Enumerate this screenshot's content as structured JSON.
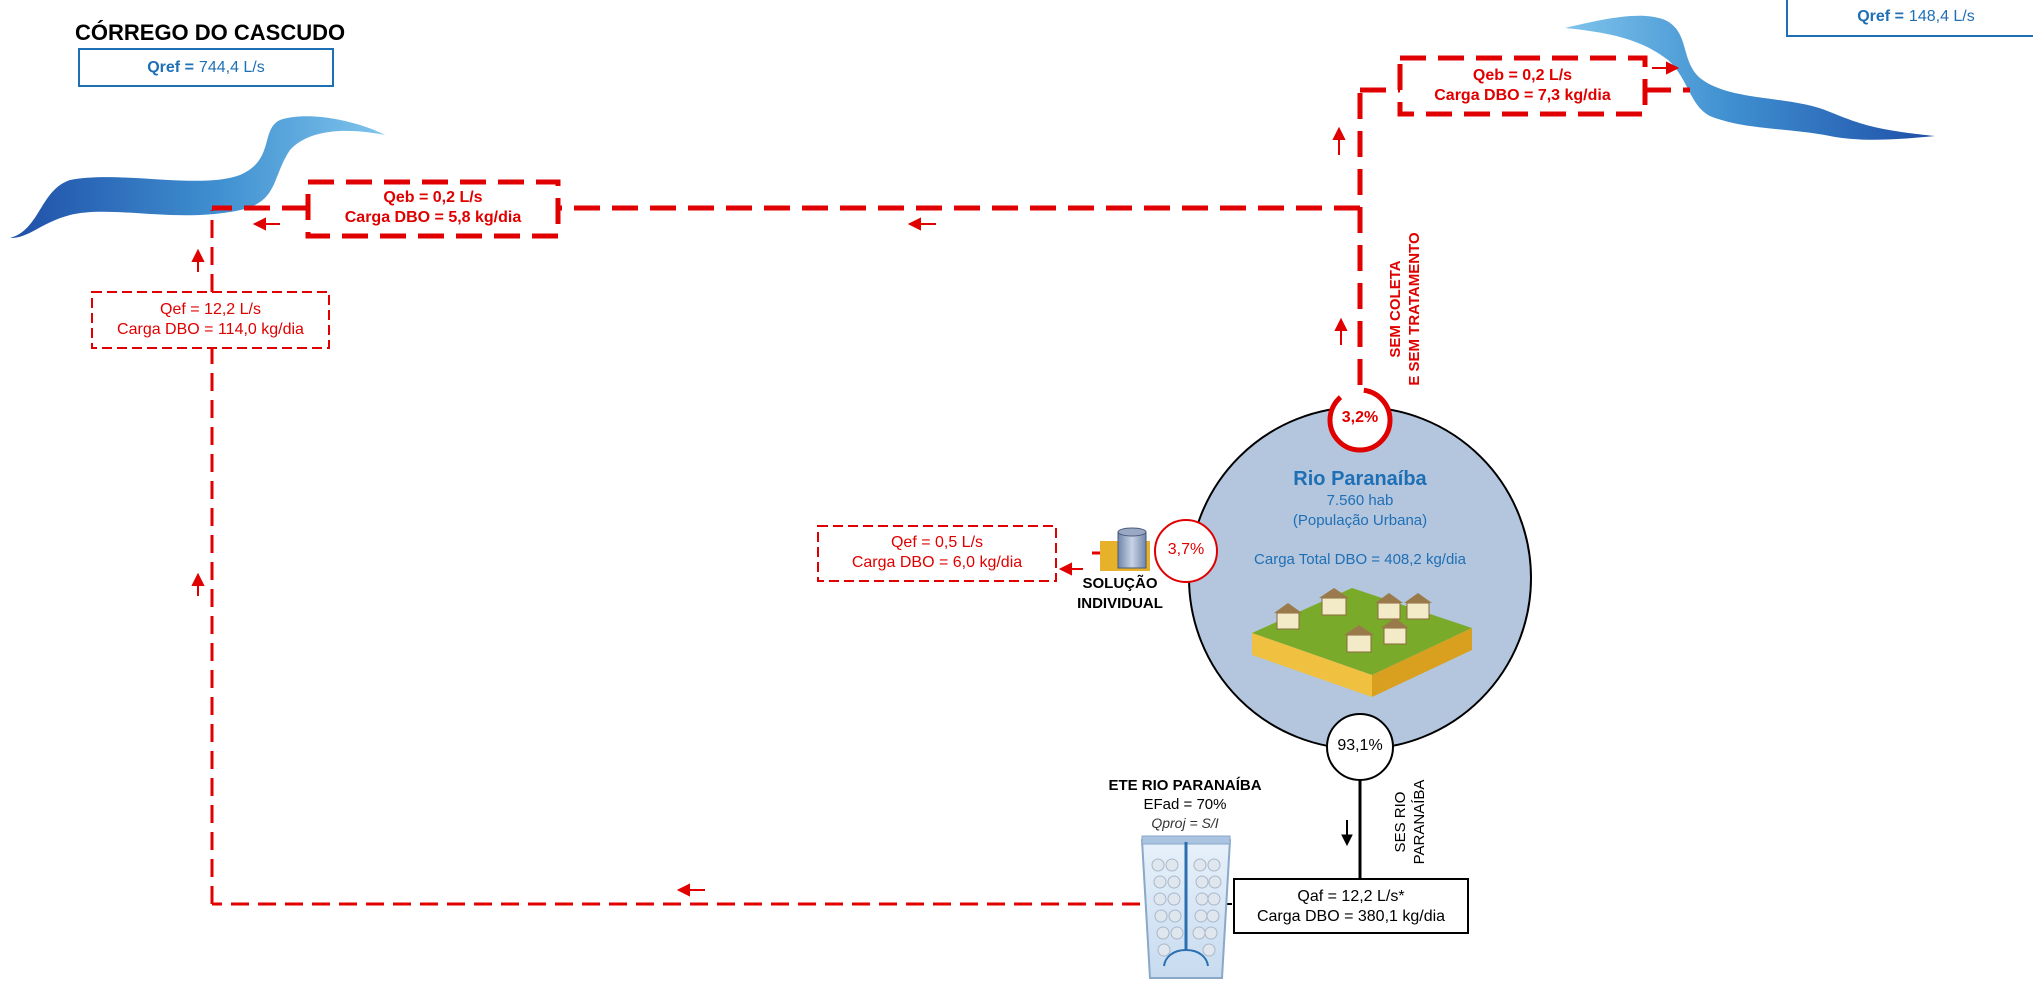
{
  "stream": {
    "name": "CÓRREGO DO CASCUDO",
    "qref_label": "Qref =",
    "qref_value": "744,4 L/s"
  },
  "stream_right": {
    "qref_label": "Qref =",
    "qref_value": "148,4 L/s"
  },
  "discharge_left": {
    "line1": "Qeb = 0,2 L/s",
    "line2": "Carga DBO = 5,8 kg/dia"
  },
  "discharge_right": {
    "line1": "Qeb = 0,2 L/s",
    "line2": "Carga DBO = 7,3 kg/dia"
  },
  "effluent_box": {
    "line1": "Qef = 12,2 L/s",
    "line2": "Carga DBO = 114,0 kg/dia"
  },
  "individual_box": {
    "line1": "Qef = 0,5 L/s",
    "line2": "Carga DBO = 6,0 kg/dia"
  },
  "no_collection": {
    "line1": "SEM COLETA",
    "line2": "E SEM TRATAMENTO"
  },
  "city": {
    "name": "Rio Paranaíba",
    "population": "7.560 hab",
    "population_note": "(População Urbana)",
    "load": "Carga Total DBO = 408,2 kg/dia"
  },
  "percentages": {
    "no_collection": "3,2%",
    "individual": "3,7%",
    "ses": "93,1%"
  },
  "individual_solution": {
    "line1": "SOLUÇÃO",
    "line2": "INDIVIDUAL"
  },
  "ete": {
    "name": "ETE RIO PARANAÍBA",
    "efficiency": "EFad = 70%",
    "qproj": "Qproj = S/I"
  },
  "ses": {
    "line1": "SES RIO",
    "line2": "PARANAÍBA"
  },
  "affluent_box": {
    "line1": "Qaf = 12,2 L/s*",
    "line2": "Carga DBO = 380,1 kg/dia"
  },
  "colors": {
    "red": "#e00000",
    "blue": "#1f6fb5",
    "circle_fill": "#b3c6de"
  }
}
